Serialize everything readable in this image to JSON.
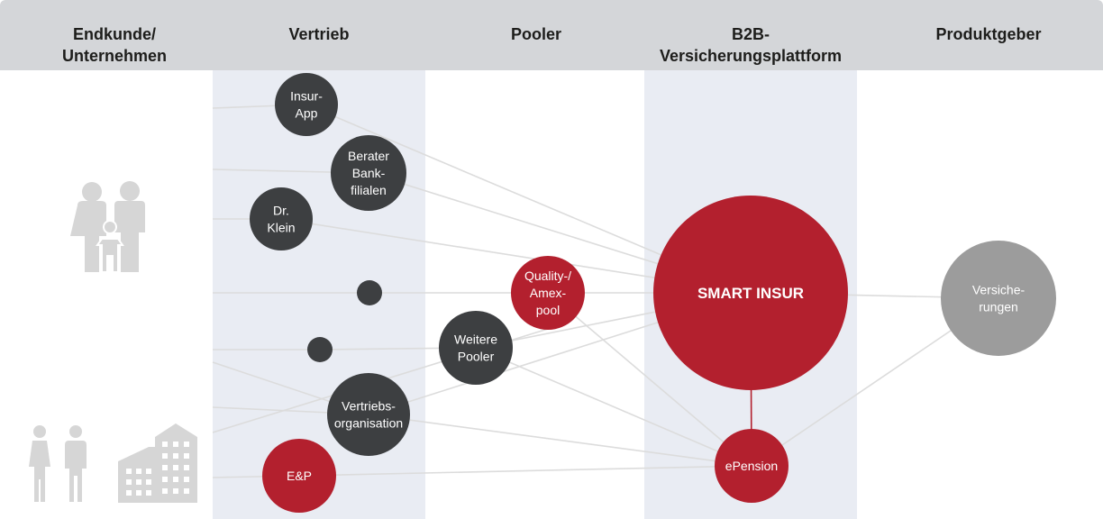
{
  "colors": {
    "header_bg": "#d4d6d9",
    "band": "#e9ecf3",
    "dark_node": "#3d3f41",
    "red_node": "#b3202e",
    "gray_node": "#9c9c9c",
    "icon": "#d6d6d6",
    "line": "#dcdcdc"
  },
  "columns": [
    {
      "id": "endkunde",
      "title": "Endkunde/\nUnternehmen"
    },
    {
      "id": "vertrieb",
      "title": "Vertrieb"
    },
    {
      "id": "pooler",
      "title": "Pooler"
    },
    {
      "id": "b2b",
      "title": "B2B-\nVersicherungsplattform"
    },
    {
      "id": "produktgeber",
      "title": "Produktgeber"
    }
  ],
  "icons": [
    {
      "name": "family-icon"
    },
    {
      "name": "couple-icon"
    },
    {
      "name": "building-icon"
    }
  ],
  "nodes": [
    {
      "id": "insur-app",
      "label": "Insur-\nApp",
      "style": "dark"
    },
    {
      "id": "berater",
      "label": "Berater\nBank-\nfilialen",
      "style": "dark"
    },
    {
      "id": "drklein",
      "label": "Dr.\nKlein",
      "style": "dark"
    },
    {
      "id": "dot1",
      "label": "",
      "style": "dark"
    },
    {
      "id": "dot2",
      "label": "",
      "style": "dark"
    },
    {
      "id": "vertriebsorg",
      "label": "Vertriebs-\norganisation",
      "style": "dark"
    },
    {
      "id": "ep",
      "label": "E&P",
      "style": "red"
    },
    {
      "id": "quality",
      "label": "Quality-/\nAmex-\npool",
      "style": "red"
    },
    {
      "id": "weitere",
      "label": "Weitere\nPooler",
      "style": "dark"
    },
    {
      "id": "smart",
      "label": "SMART INSUR",
      "style": "red",
      "bold": true
    },
    {
      "id": "epension",
      "label": "ePension",
      "style": "red"
    },
    {
      "id": "versicherungen",
      "label": "Versiche-\nrungen",
      "style": "gray"
    }
  ],
  "connections": [
    [
      "insur-app",
      "smart"
    ],
    [
      "berater",
      "smart"
    ],
    [
      "drklein",
      "smart"
    ],
    [
      "dot1",
      "quality"
    ],
    [
      "quality",
      "smart"
    ],
    [
      "quality",
      "epension"
    ],
    [
      "dot2",
      "weitere"
    ],
    [
      "weitere",
      "smart"
    ],
    [
      "weitere",
      "epension"
    ],
    [
      "vertriebsorg",
      "smart"
    ],
    [
      "vertriebsorg",
      "epension"
    ],
    [
      "ep",
      "epension"
    ],
    [
      "smart",
      "epension"
    ],
    [
      "smart",
      "versicherungen"
    ],
    [
      "epension",
      "versicherungen"
    ]
  ]
}
